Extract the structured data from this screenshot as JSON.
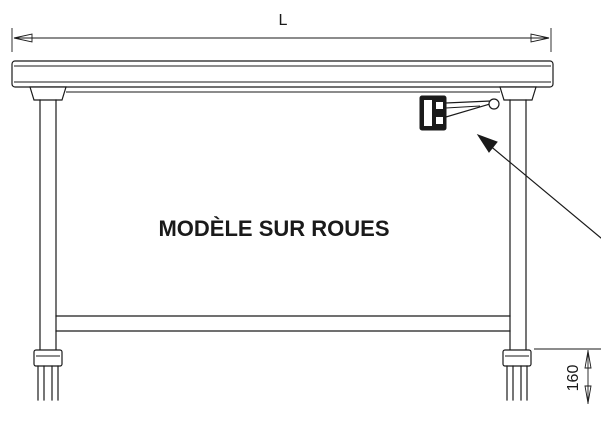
{
  "drawing": {
    "title": "MODÈLE SUR ROUES",
    "length_label": "L",
    "wheel_height_label": "160"
  }
}
